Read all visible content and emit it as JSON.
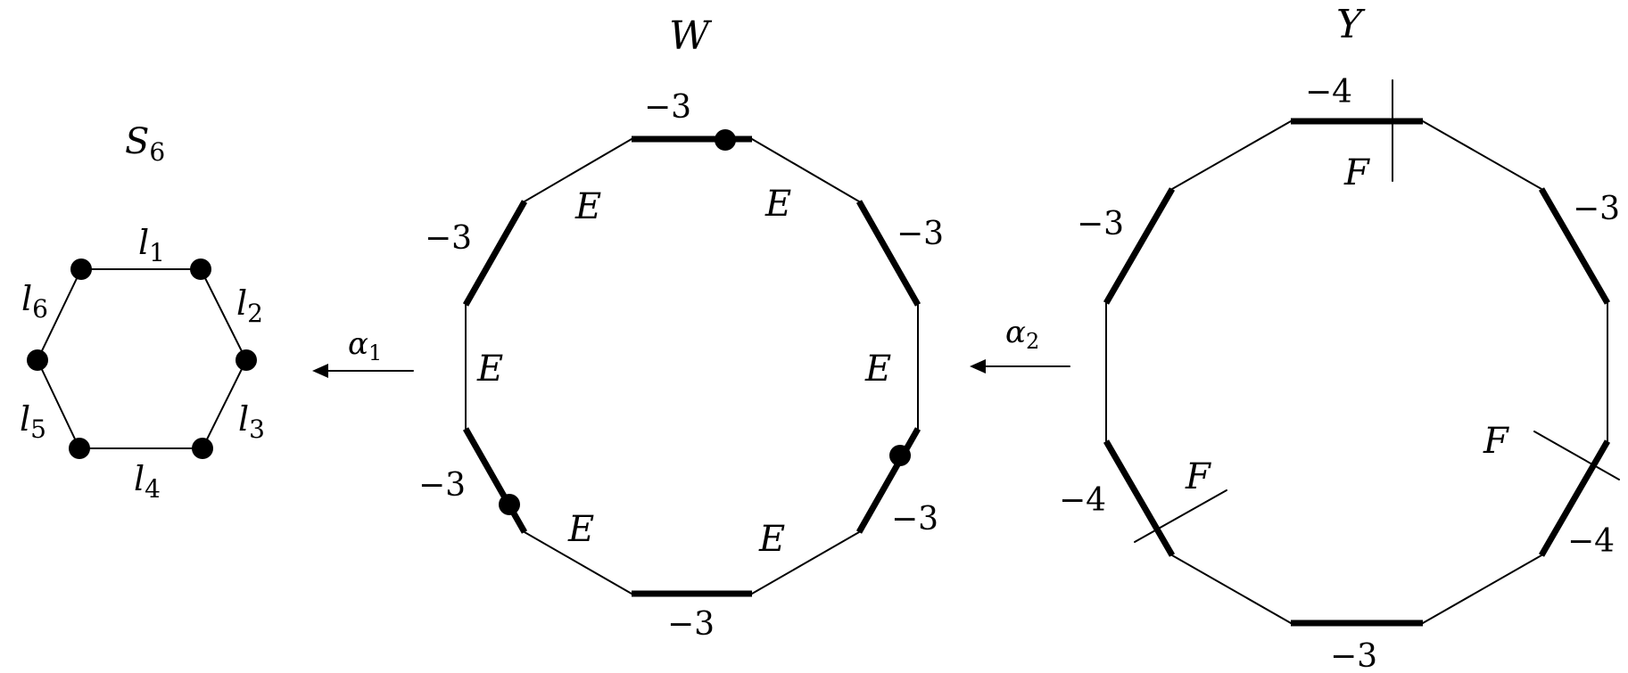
{
  "hexagon": {
    "title": "S",
    "title_sub": "6",
    "edges": [
      {
        "letter": "l",
        "sub": "1"
      },
      {
        "letter": "l",
        "sub": "2"
      },
      {
        "letter": "l",
        "sub": "3"
      },
      {
        "letter": "l",
        "sub": "4"
      },
      {
        "letter": "l",
        "sub": "5"
      },
      {
        "letter": "l",
        "sub": "6"
      }
    ]
  },
  "arrow1": {
    "letter": "α",
    "sub": "1"
  },
  "arrow2": {
    "letter": "α",
    "sub": "2"
  },
  "w": {
    "title": "W",
    "neg3": "−3",
    "e_label": "E"
  },
  "y": {
    "title": "Y",
    "neg3": "−3",
    "neg4": "−4",
    "f_label": "F"
  }
}
